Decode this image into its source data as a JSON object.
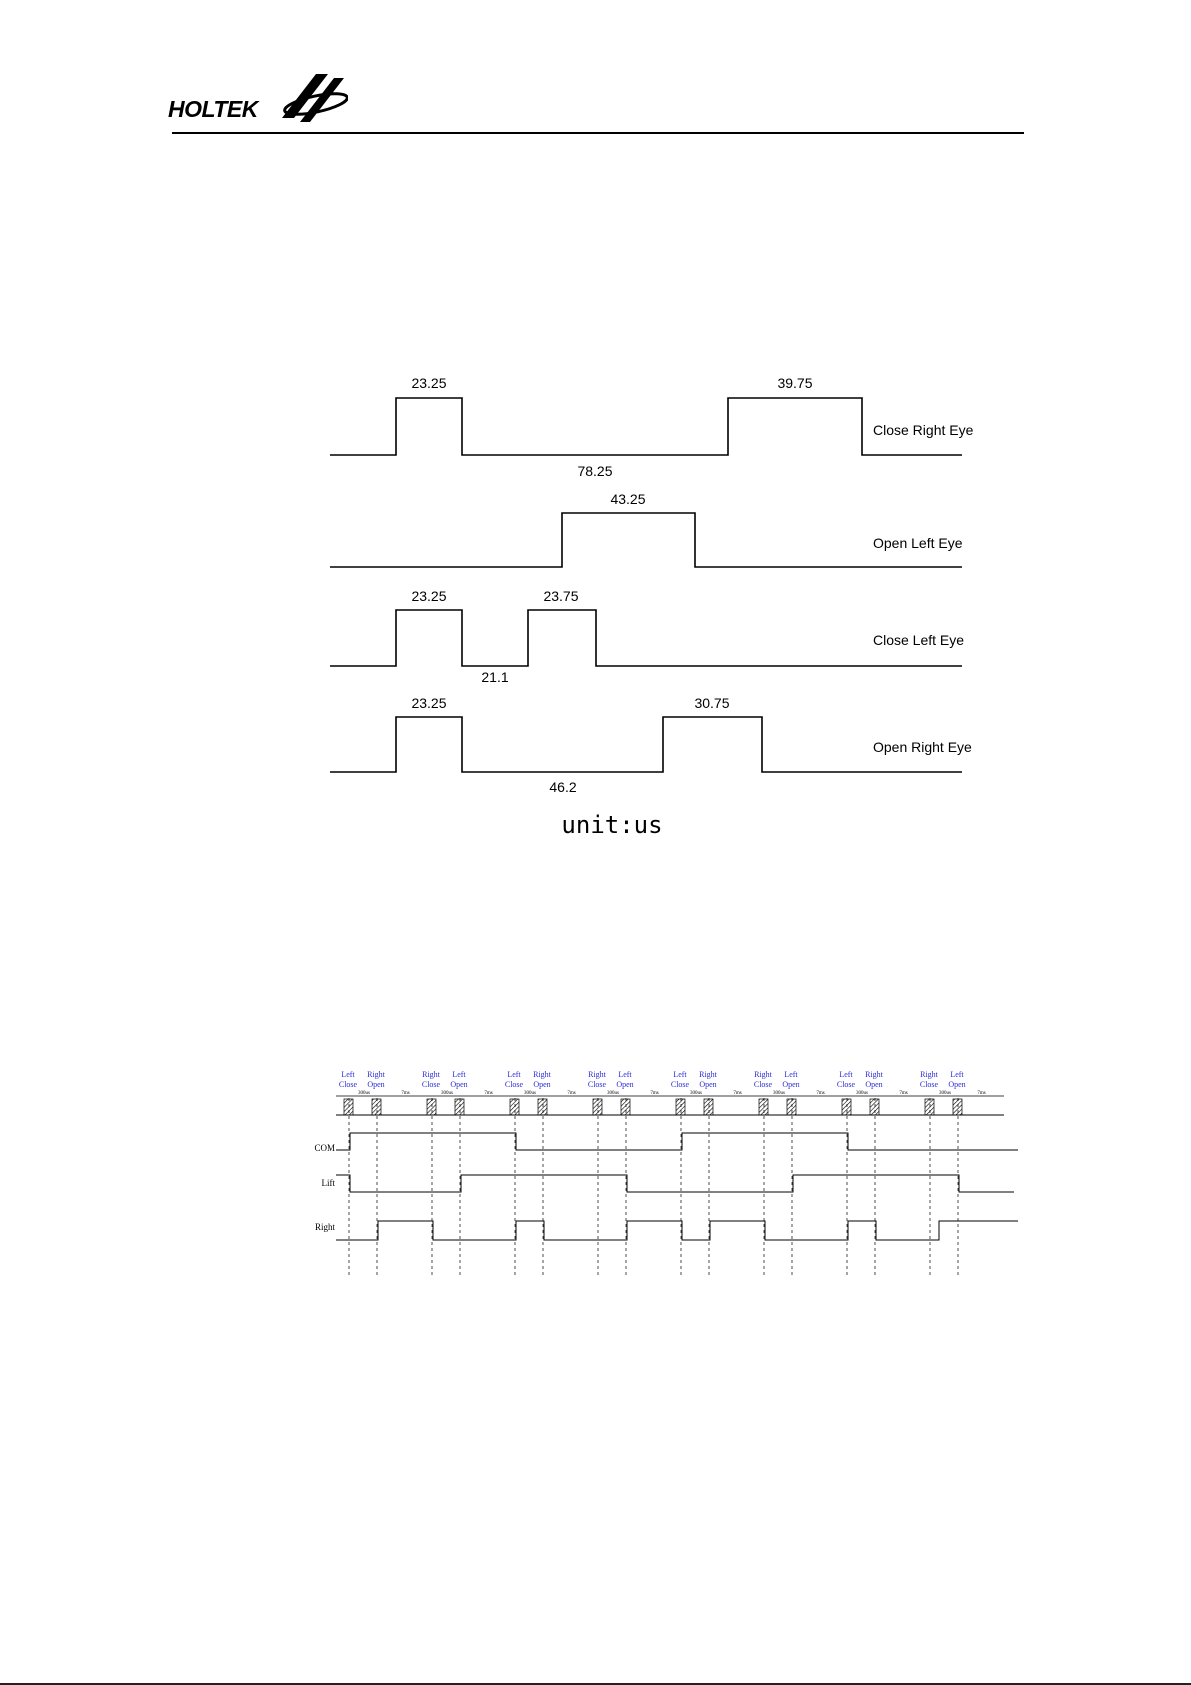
{
  "header": {
    "brand": "HOLTEK"
  },
  "diagram1": {
    "rows": [
      {
        "label": "Close Right Eye",
        "pulses": [
          "23.25",
          "39.75"
        ],
        "gaps": [
          "78.25"
        ]
      },
      {
        "label": "Open Left Eye",
        "pulses": [
          "43.25"
        ],
        "gaps": []
      },
      {
        "label": "Close Left Eye",
        "pulses": [
          "23.25",
          "23.75"
        ],
        "gaps": [
          "21.1"
        ]
      },
      {
        "label": "Open Right Eye",
        "pulses": [
          "23.25",
          "30.75"
        ],
        "gaps": [
          "46.2"
        ]
      }
    ],
    "unit": "unit:us"
  },
  "diagram2": {
    "signals": [
      "COM",
      "Lift",
      "Right"
    ],
    "events": [
      [
        "Left",
        "Close"
      ],
      [
        "Right",
        "Open"
      ],
      [
        "Right",
        "Close"
      ],
      [
        "Left",
        "Open"
      ],
      [
        "Left",
        "Close"
      ],
      [
        "Right",
        "Open"
      ],
      [
        "Right",
        "Close"
      ],
      [
        "Left",
        "Open"
      ],
      [
        "Left",
        "Close"
      ],
      [
        "Right",
        "Open"
      ],
      [
        "Right",
        "Close"
      ],
      [
        "Left",
        "Open"
      ],
      [
        "Left",
        "Close"
      ],
      [
        "Right",
        "Open"
      ],
      [
        "Right",
        "Close"
      ],
      [
        "Left",
        "Open"
      ]
    ],
    "short_interval": "300us",
    "long_interval": "7ms",
    "colors": {
      "annotation": "#2b2bd6",
      "line": "#000000"
    }
  }
}
